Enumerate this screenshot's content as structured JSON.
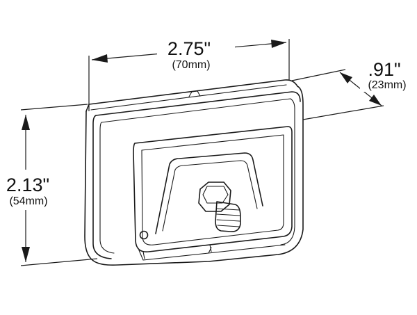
{
  "dimensions": {
    "width": {
      "imperial": "2.75\"",
      "metric": "(70mm)"
    },
    "depth": {
      "imperial": ".91\"",
      "metric": "(23mm)"
    },
    "height": {
      "imperial": "2.13\"",
      "metric": "(54mm)"
    }
  },
  "colors": {
    "line": "#1a1a1a",
    "background": "#ffffff"
  }
}
